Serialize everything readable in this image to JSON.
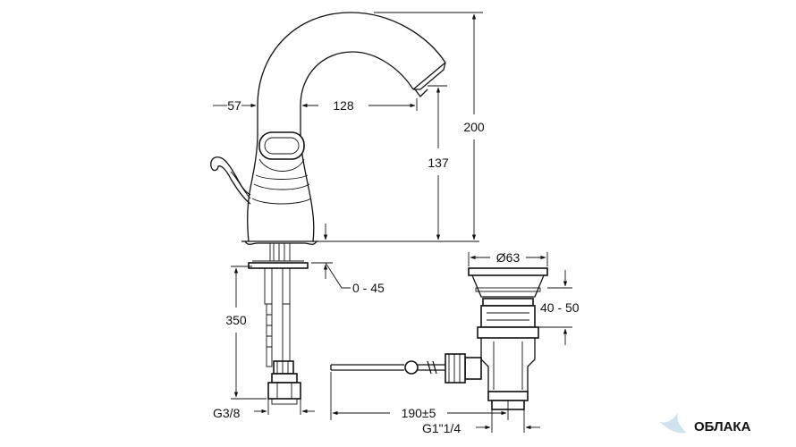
{
  "dimensions": {
    "d57": "57",
    "d128": "128",
    "d200": "200",
    "d137": "137",
    "d0_45": "0 - 45",
    "d350": "350",
    "g38": "G3/8",
    "d63": "Ø63",
    "d40_50": "40 - 50",
    "d190": "190±5",
    "g1_14": "G1\"1/4"
  },
  "watermark": {
    "text": "ОБЛАКА",
    "color": "#cfe3ef"
  },
  "colors": {
    "line": "#111111",
    "background": "#ffffff"
  }
}
